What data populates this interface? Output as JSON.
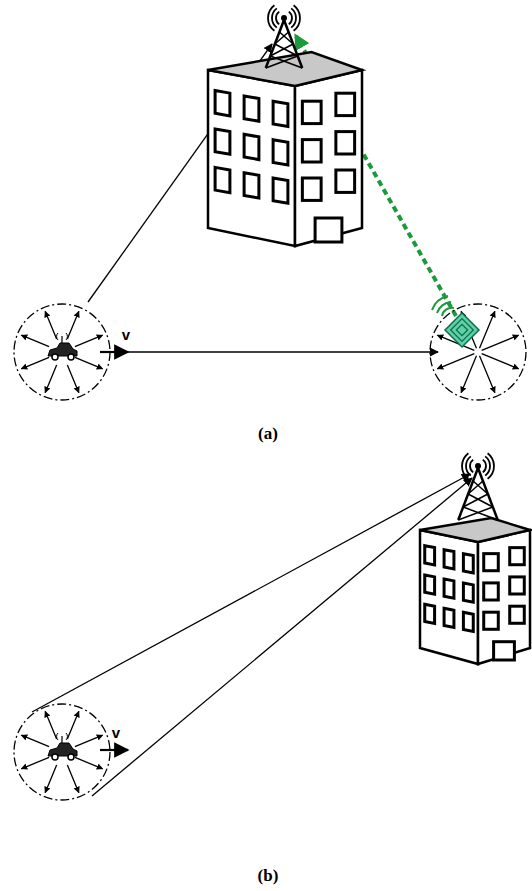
{
  "diagram": {
    "labels": [
      "v",
      "(a)",
      "v",
      "(b)"
    ]
  }
}
